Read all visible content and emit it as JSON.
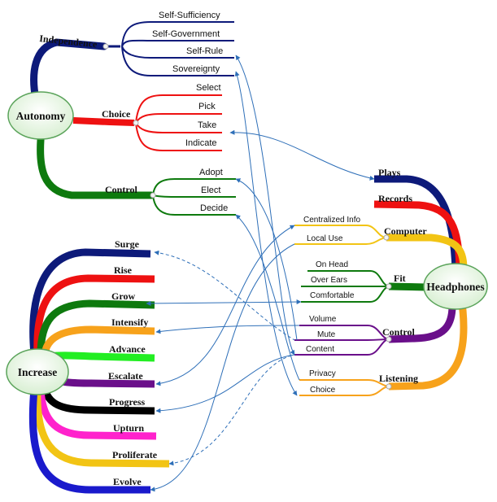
{
  "hubs": {
    "autonomy": "Autonomy",
    "increase": "Increase",
    "headphones": "Headphones"
  },
  "autonomy": {
    "independence": {
      "label": "Independence",
      "color": "#0d1a7a",
      "leaves": [
        "Self-Sufficiency",
        "Self-Government",
        "Self-Rule",
        "Sovereignty"
      ]
    },
    "choice": {
      "label": "Choice",
      "color": "#ee1111",
      "leaves": [
        "Select",
        "Pick",
        "Take",
        "Indicate"
      ]
    },
    "control": {
      "label": "Control",
      "color": "#0e7a0e",
      "leaves": [
        "Adopt",
        "Elect",
        "Decide"
      ]
    }
  },
  "increase": {
    "branches": [
      {
        "label": "Surge",
        "color": "#0d1a7a"
      },
      {
        "label": "Rise",
        "color": "#ee1111"
      },
      {
        "label": "Grow",
        "color": "#0e7a0e"
      },
      {
        "label": "Intensify",
        "color": "#f7a21b"
      },
      {
        "label": "Advance",
        "color": "#22ee22"
      },
      {
        "label": "Escalate",
        "color": "#6a0f8a"
      },
      {
        "label": "Progress",
        "color": "#000000"
      },
      {
        "label": "Upturn",
        "color": "#ff22cc"
      },
      {
        "label": "Proliferate",
        "color": "#f2c414"
      },
      {
        "label": "Evolve",
        "color": "#1a1acc"
      }
    ]
  },
  "headphones": {
    "plays": {
      "label": "Plays",
      "color": "#0d1a7a"
    },
    "records": {
      "label": "Records",
      "color": "#ee1111"
    },
    "computer": {
      "label": "Computer",
      "color": "#f2c414",
      "leaves": [
        "Centralized Info",
        "Local Use"
      ]
    },
    "fit": {
      "label": "Fit",
      "color": "#0e7a0e",
      "leaves": [
        "On Head",
        "Over Ears",
        "Comfortable"
      ]
    },
    "control": {
      "label": "Control",
      "color": "#6a0f8a",
      "leaves": [
        "Volume",
        "Mute",
        "Content"
      ]
    },
    "listening": {
      "label": "Listening",
      "color": "#f7a21b",
      "leaves": [
        "Privacy",
        "Choice"
      ]
    }
  },
  "colors": {
    "connector": "#2e6fb8",
    "hub_fill": "#eaf6e8",
    "hub_stroke": "#5aa35a"
  }
}
